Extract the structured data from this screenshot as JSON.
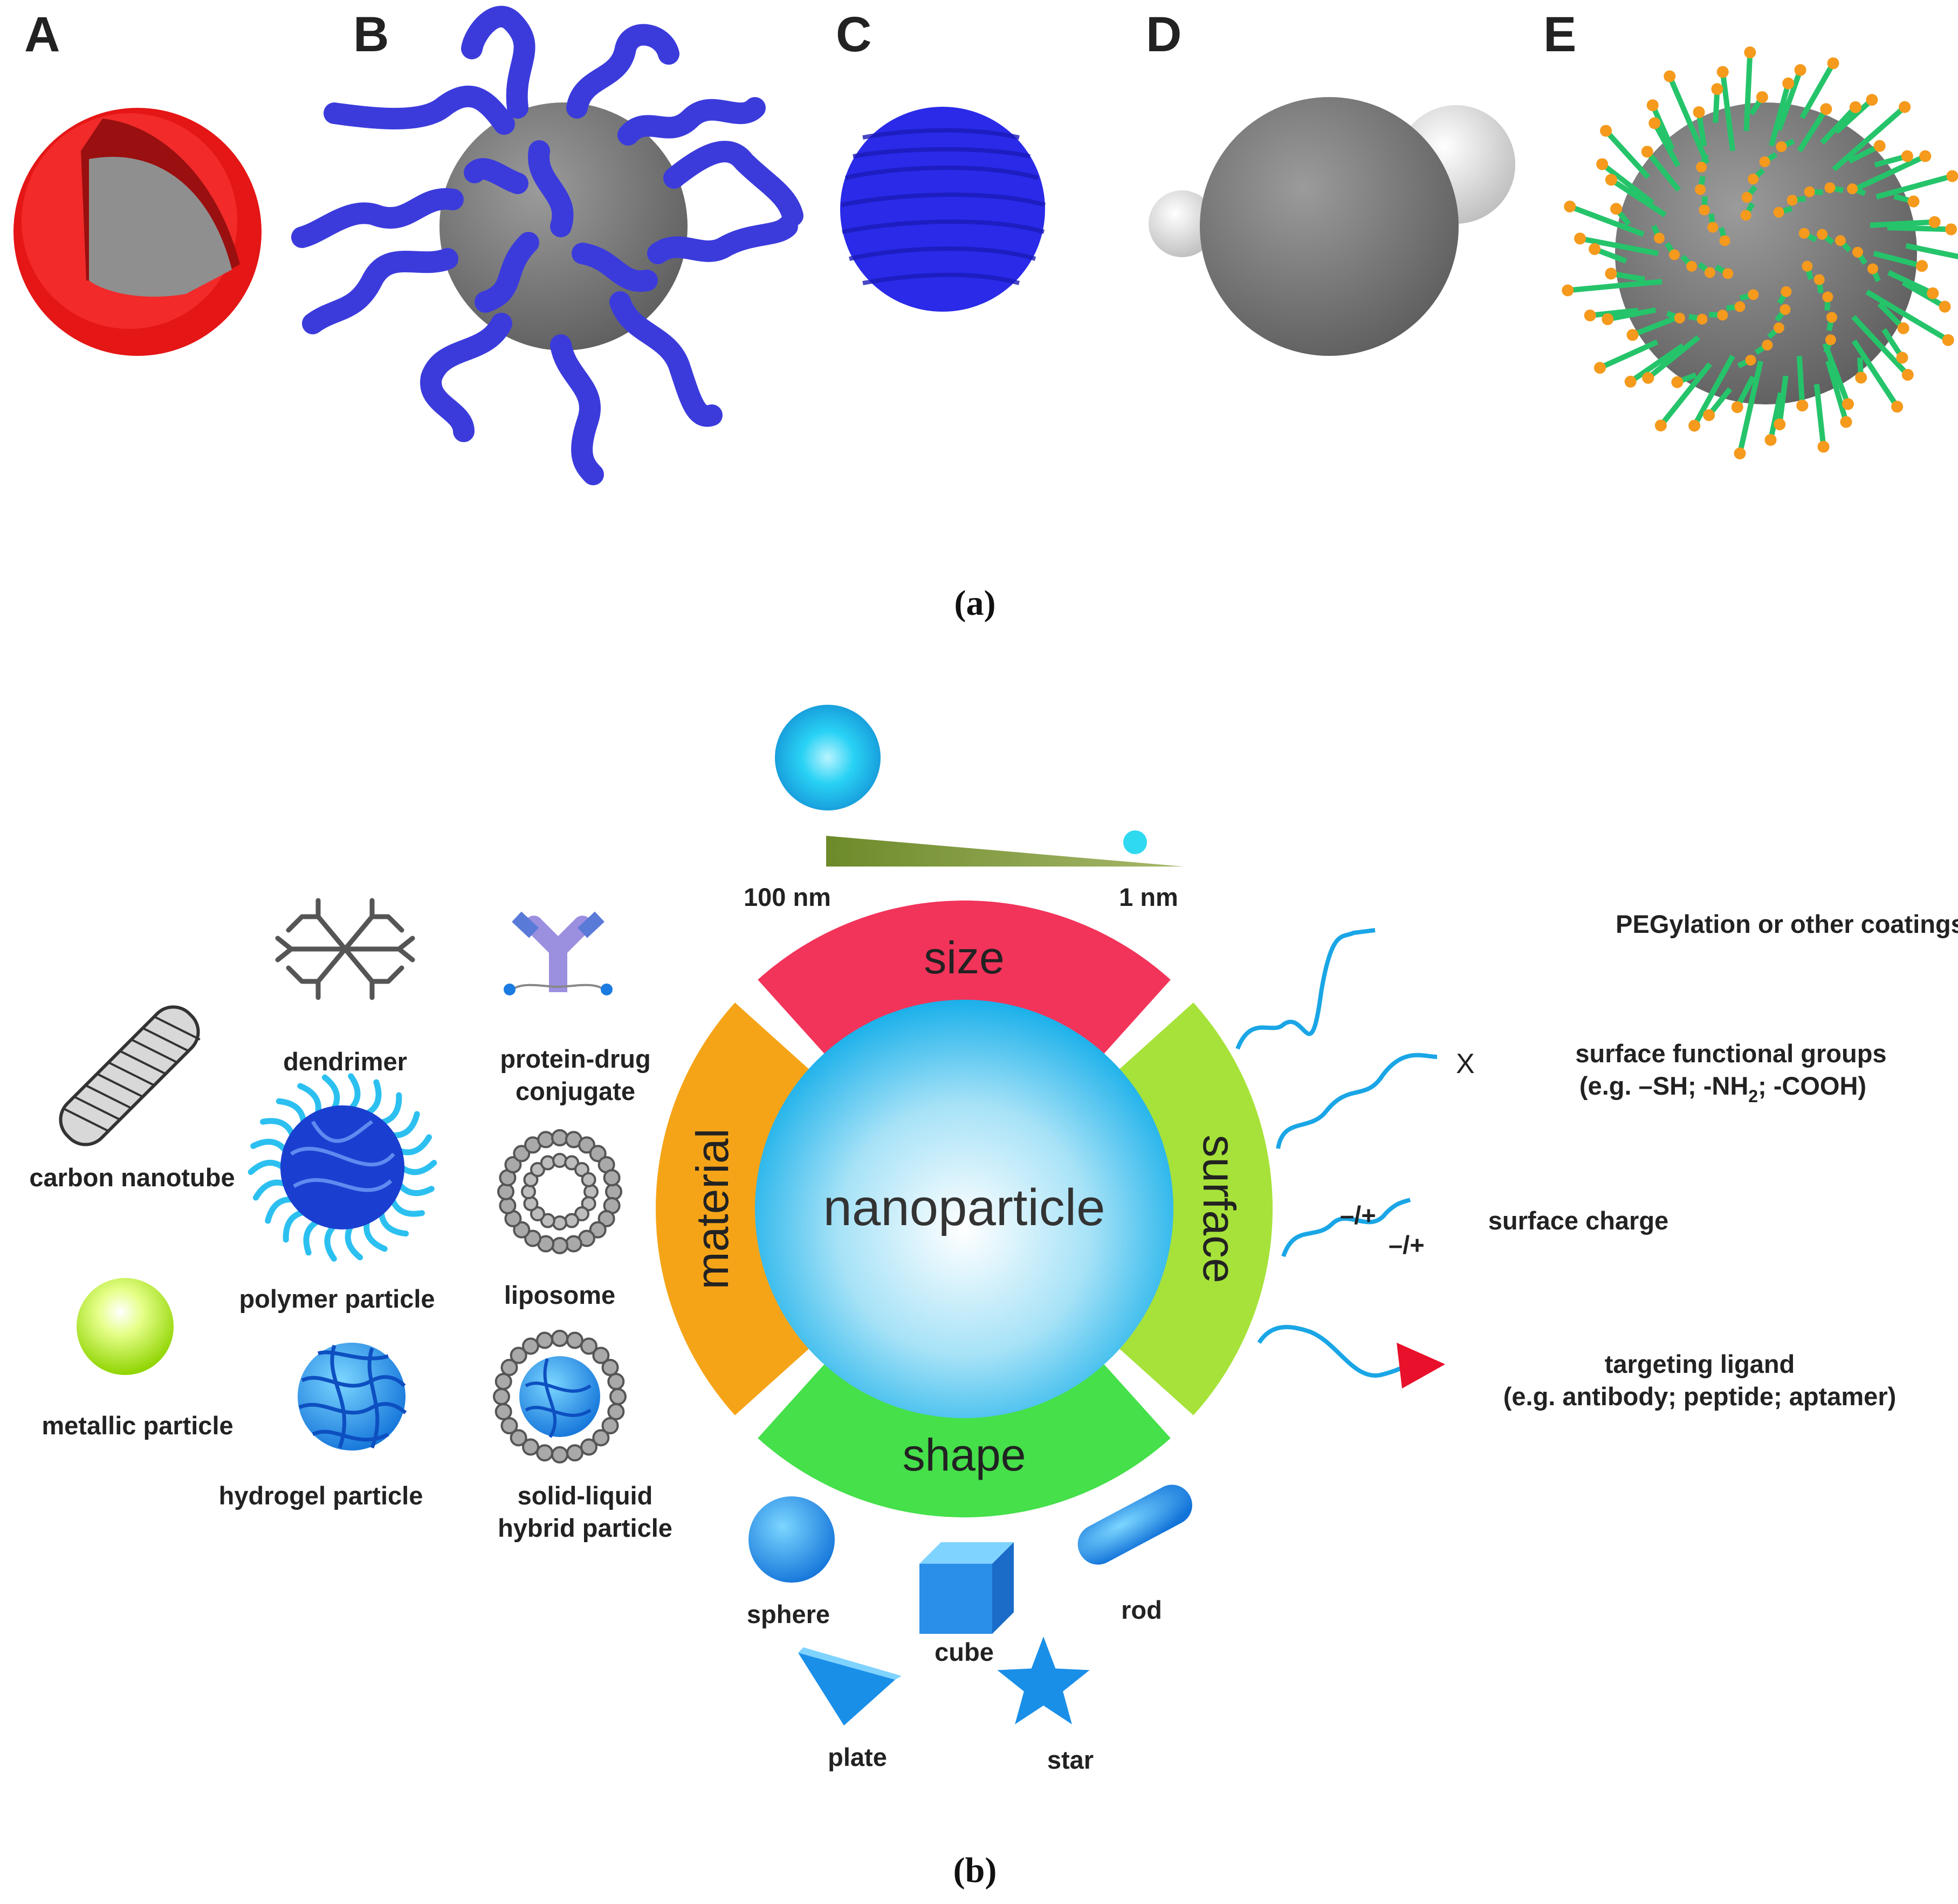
{
  "panel_a": {
    "labels": [
      "A",
      "B",
      "C",
      "D",
      "E"
    ],
    "caption": "(a)"
  },
  "panel_b": {
    "caption": "(b)",
    "size_scale": {
      "large": "100 nm",
      "small": "1 nm"
    },
    "center_label": "nanoparticle",
    "segments": {
      "top": "size",
      "right": "surface",
      "bottom": "shape",
      "left": "material"
    },
    "materials": {
      "dendrimer": "dendrimer",
      "protein_drug_1": "protein-drug",
      "protein_drug_2": "conjugate",
      "carbon_nanotube": "carbon nanotube",
      "polymer_particle": "polymer particle",
      "liposome": "liposome",
      "metallic_particle": "metallic particle",
      "hydrogel_particle": "hydrogel particle",
      "solid_liquid_1": "solid-liquid",
      "solid_liquid_2": "hybrid particle"
    },
    "surface": {
      "coating": "PEGylation or other coatings",
      "functional_1": "surface functional groups",
      "functional_2_pre": "(e.g. –SH; -NH",
      "functional_2_sub": "2",
      "functional_2_post": "; -COOH)",
      "charge": "surface charge",
      "charge_sign_1": "–/+",
      "charge_sign_2": "–/+",
      "ligand_1": "targeting ligand",
      "ligand_2": "(e.g. antibody; peptide; aptamer)",
      "group_marker": "X"
    },
    "shapes": {
      "sphere": "sphere",
      "cube": "cube",
      "rod": "rod",
      "plate": "plate",
      "star": "star"
    }
  },
  "colors": {
    "size": "#f2345a",
    "surface": "#a6e23a",
    "shape": "#45e04a",
    "material": "#f5a418",
    "polymer_blue": "#3a3ae0",
    "shell_red": "#f01818",
    "core_gray": "#8a8a8a",
    "ligand_green": "#25c46a",
    "ligand_orange": "#f59a1c"
  }
}
